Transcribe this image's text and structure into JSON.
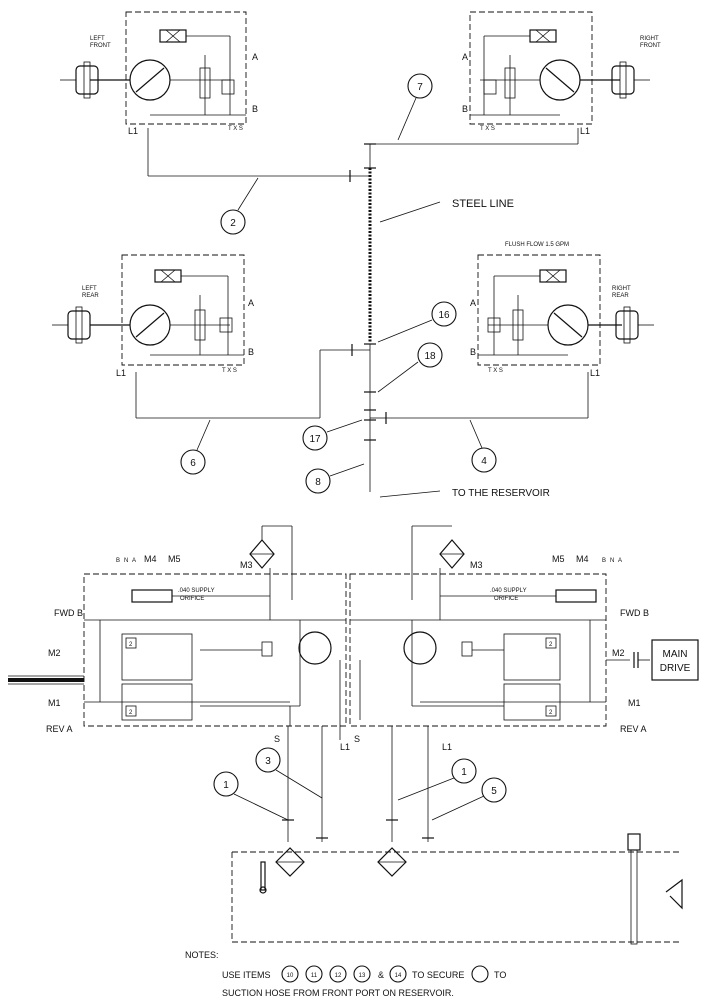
{
  "wheel_motors": {
    "left_front": "LEFT\nFRONT",
    "right_front": "RIGHT\nFRONT",
    "left_rear": "LEFT\nREAR",
    "right_rear": "RIGHT\nREAR",
    "flush_flow": "FLUSH FLOW 1.5 GPM"
  },
  "port_labels": {
    "A": "A",
    "B": "B",
    "L1": "L1",
    "TXS": "T X S",
    "T": "T",
    "X": "X",
    "S": "S"
  },
  "annotations": {
    "steel_line": "STEEL LINE",
    "to_reservoir": "TO THE RESERVOIR",
    "supply_orifice_1": ".040 SUPPLY",
    "supply_orifice_2": "ORIFICE",
    "main_drive_1": "MAIN",
    "main_drive_2": "DRIVE",
    "fwd_b": "FWD B",
    "rev_a": "REV A",
    "m1": "M1",
    "m2": "M2",
    "m3": "M3",
    "m4": "M4",
    "m5": "M5",
    "bna_b": "B",
    "bna_n": "N",
    "bna_a": "A",
    "s": "S",
    "l1": "L1",
    "box_2": "2"
  },
  "callouts": {
    "c7": "7",
    "c2": "2",
    "c16": "16",
    "c18": "18",
    "c17": "17",
    "c6": "6",
    "c4": "4",
    "c8": "8",
    "c1a": "1",
    "c3": "3",
    "c1b": "1",
    "c5": "5",
    "n10": "10",
    "n11": "11",
    "n12": "12",
    "n13": "13",
    "n14": "14"
  },
  "notes": {
    "heading": "NOTES:",
    "line1_prefix": "USE ITEMS",
    "line1_and": "&",
    "line1_suffix": "TO SECURE",
    "line1_to": "TO",
    "line2": "SUCTION HOSE FROM FRONT PORT ON RESERVOIR."
  }
}
